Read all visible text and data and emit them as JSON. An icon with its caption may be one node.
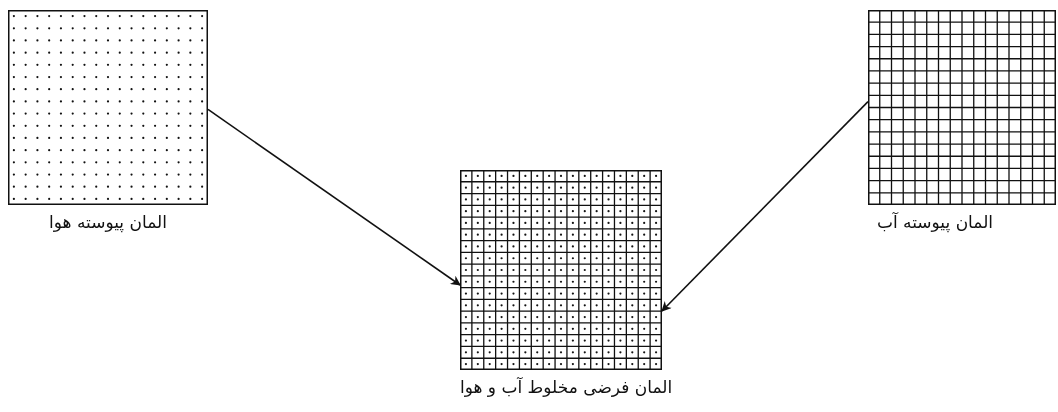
{
  "diagram": {
    "nodes": [
      {
        "text": [
          "المان پیوسته هوا"
        ]
      },
      {
        "text": [
          "المان پیوسته آب"
        ]
      },
      {
        "text": [
          "المان فرضی مخلوط آب و هوا"
        ]
      }
    ],
    "edges": [
      {
        "from": 0,
        "to": 2,
        "arrow": "to"
      },
      {
        "from": 1,
        "to": 2,
        "arrow": "to"
      }
    ]
  }
}
